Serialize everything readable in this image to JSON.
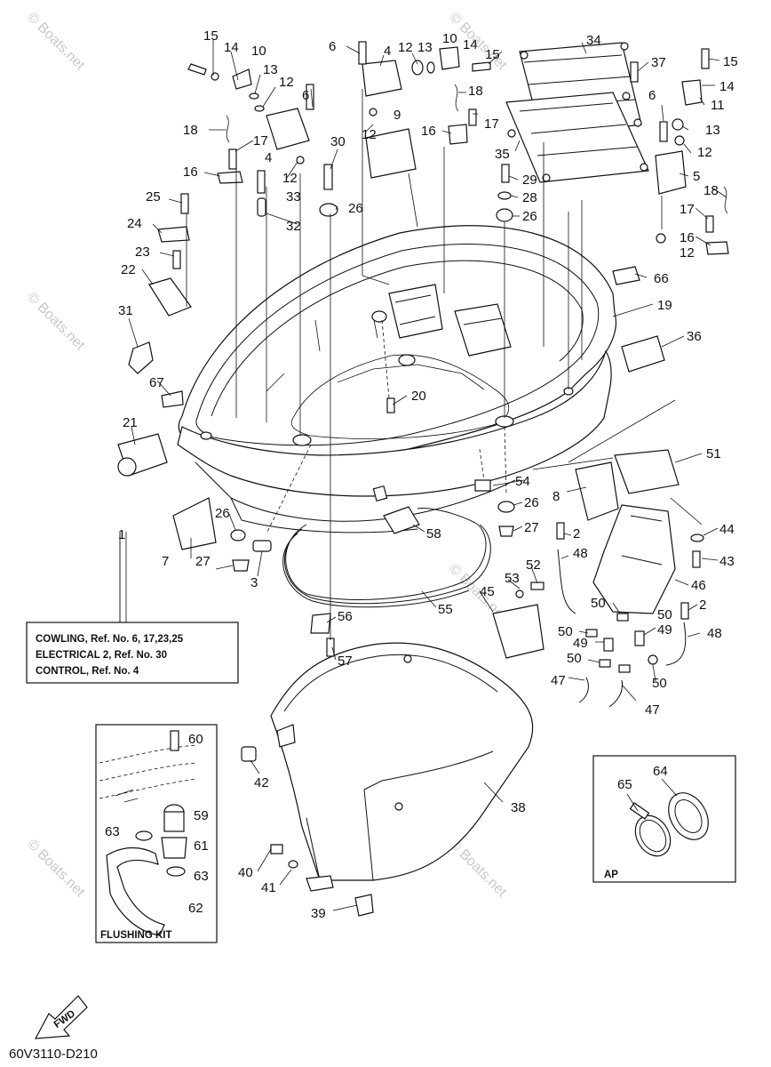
{
  "watermark": "© Boats.net",
  "diagram_code": "60V3110-D210",
  "fwd_label": "FWD",
  "note_lines": [
    "COWLING, Ref. No. 6, 17,23,25",
    "ELECTRICAL 2, Ref. No. 30",
    "CONTROL, Ref. No. 4"
  ],
  "flushing_kit_label": "FLUSHING KIT",
  "ap_label": "AP",
  "callouts": {
    "c1": "1",
    "c2a": "2",
    "c2b": "2",
    "c3": "3",
    "c4a": "4",
    "c4b": "4",
    "c5": "5",
    "c6a": "6",
    "c6b": "6",
    "c6c": "6",
    "c7": "7",
    "c8": "8",
    "c9": "9",
    "c10a": "10",
    "c10b": "10",
    "c11": "11",
    "c12a": "12",
    "c12b": "12",
    "c12c": "12",
    "c12d": "12",
    "c12e": "12",
    "c12f": "12",
    "c13a": "13",
    "c13b": "13",
    "c13c": "13",
    "c14a": "14",
    "c14b": "14",
    "c14c": "14",
    "c15a": "15",
    "c15b": "15",
    "c15c": "15",
    "c16a": "16",
    "c16b": "16",
    "c16c": "16",
    "c17a": "17",
    "c17b": "17",
    "c17c": "17",
    "c18a": "18",
    "c18b": "18",
    "c18c": "18",
    "c19": "19",
    "c20": "20",
    "c21": "21",
    "c22": "22",
    "c23": "23",
    "c24": "24",
    "c25": "25",
    "c26a": "26",
    "c26b": "26",
    "c26c": "26",
    "c26d": "26",
    "c27a": "27",
    "c27b": "27",
    "c28": "28",
    "c29": "29",
    "c30": "30",
    "c31": "31",
    "c32": "32",
    "c33": "33",
    "c34": "34",
    "c35": "35",
    "c36": "36",
    "c37": "37",
    "c38": "38",
    "c39": "39",
    "c40": "40",
    "c41": "41",
    "c42": "42",
    "c43": "43",
    "c44": "44",
    "c45": "45",
    "c46": "46",
    "c47a": "47",
    "c47b": "47",
    "c48a": "48",
    "c48b": "48",
    "c49a": "49",
    "c49b": "49",
    "c50a": "50",
    "c50b": "50",
    "c50c": "50",
    "c50d": "50",
    "c50e": "50",
    "c51": "51",
    "c52": "52",
    "c53": "53",
    "c54": "54",
    "c55": "55",
    "c56": "56",
    "c57": "57",
    "c58": "58",
    "c59": "59",
    "c60": "60",
    "c61": "61",
    "c62": "62",
    "c63a": "63",
    "c63b": "63",
    "c64": "64",
    "c65": "65",
    "c66": "66",
    "c67": "67"
  }
}
